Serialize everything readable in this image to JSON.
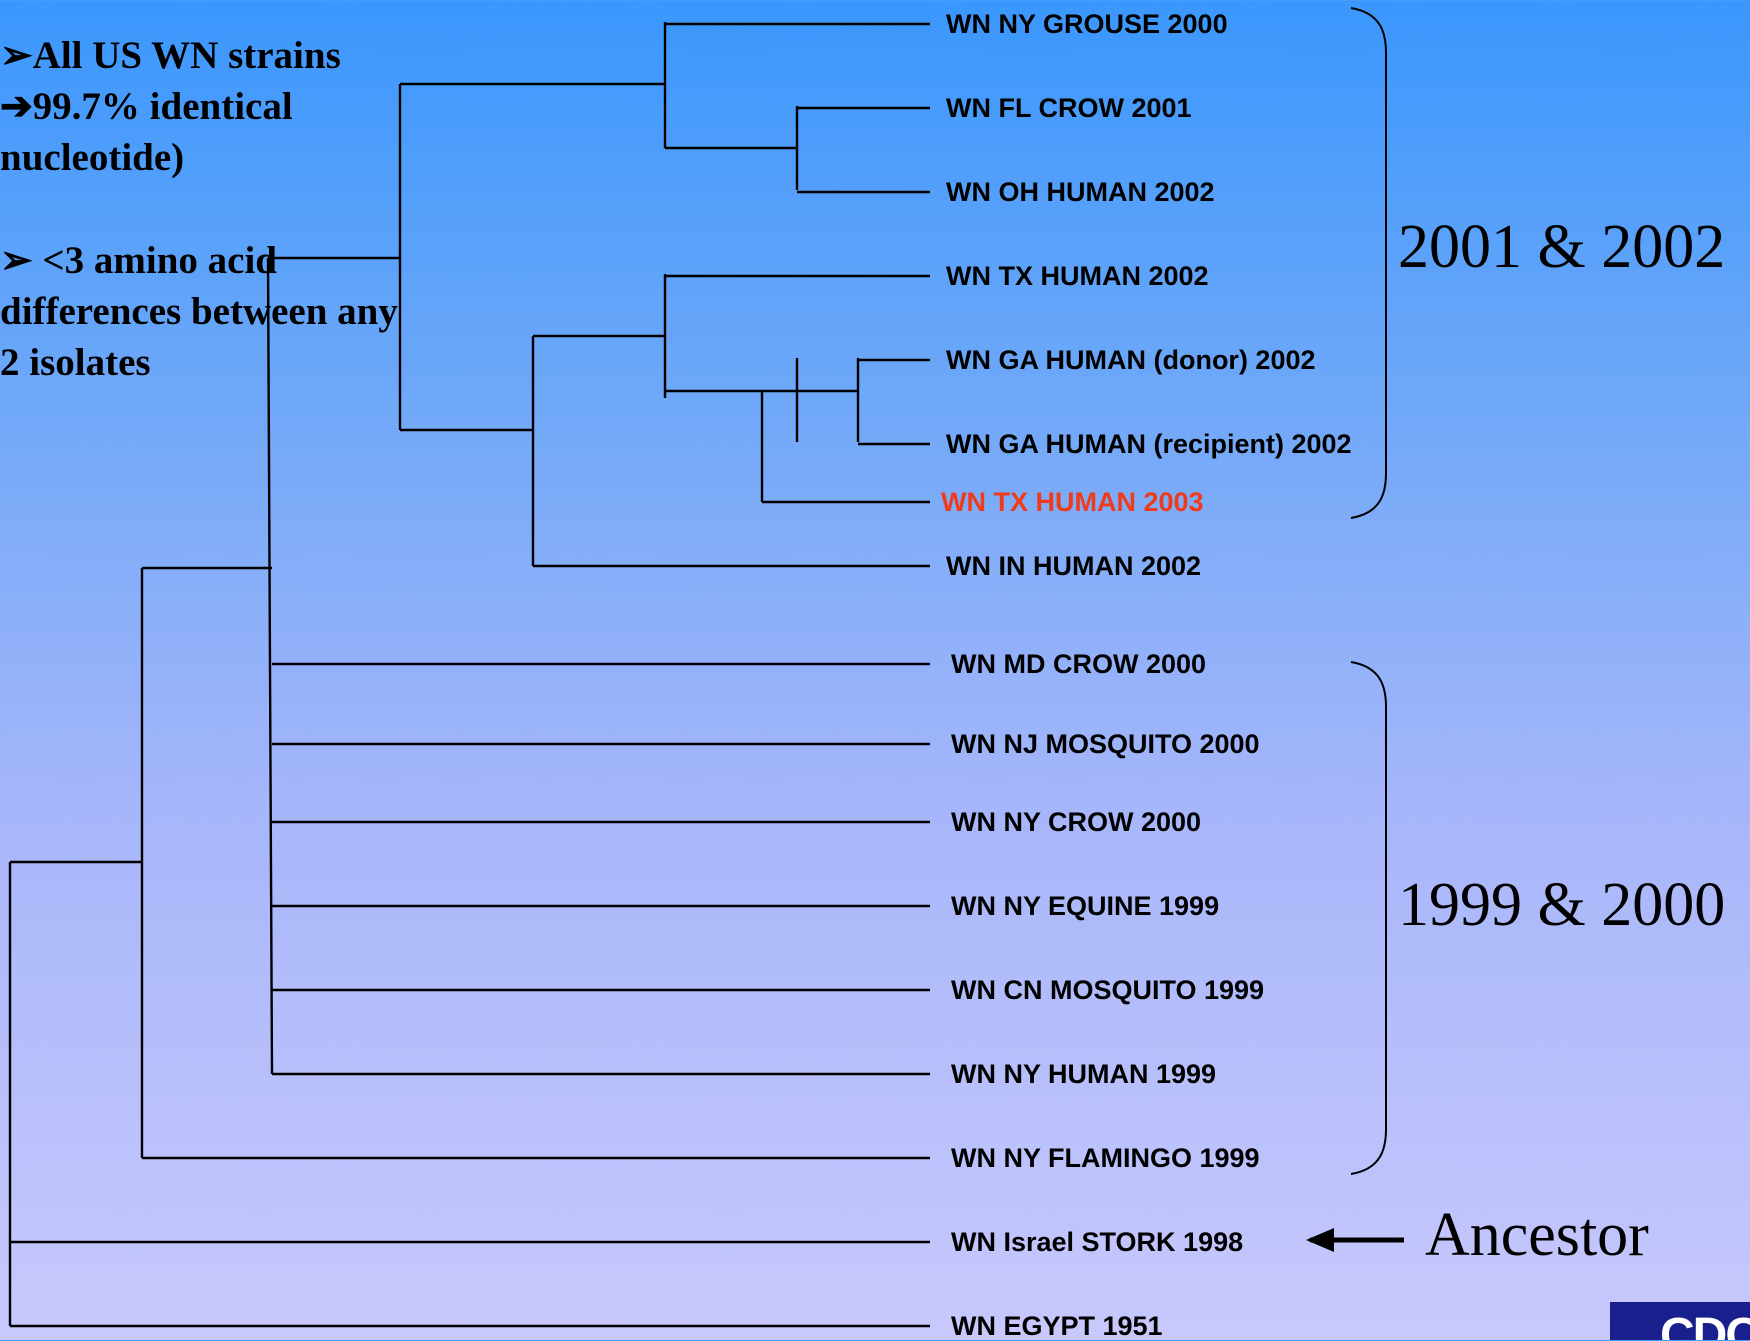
{
  "notes": [
    [
      "➢All US WN strains",
      "➔99.7% identical",
      "nucleotide)"
    ],
    [
      "➢ <3 amino acid",
      "differences between any",
      "2 isolates"
    ]
  ],
  "leaves": [
    {
      "label": "WN NY GROUSE 2000",
      "highlight": false
    },
    {
      "label": "WN FL CROW 2001",
      "highlight": false
    },
    {
      "label": "WN OH HUMAN 2002",
      "highlight": false
    },
    {
      "label": "WN TX HUMAN 2002",
      "highlight": false
    },
    {
      "label": "WN GA HUMAN (donor) 2002",
      "highlight": false
    },
    {
      "label": "WN GA HUMAN (recipient) 2002",
      "highlight": false
    },
    {
      "label": "WN TX HUMAN  2003",
      "highlight": true
    },
    {
      "label": "WN IN HUMAN 2002",
      "highlight": false
    },
    {
      "label": "WN MD CROW 2000",
      "highlight": false
    },
    {
      "label": "WN NJ MOSQUITO 2000",
      "highlight": false
    },
    {
      "label": "WN NY CROW 2000",
      "highlight": false
    },
    {
      "label": "WN NY EQUINE 1999",
      "highlight": false
    },
    {
      "label": "WN CN MOSQUITO 1999",
      "highlight": false
    },
    {
      "label": "WN NY HUMAN 1999",
      "highlight": false
    },
    {
      "label": "WN NY FLAMINGO 1999",
      "highlight": false
    },
    {
      "label": "WN Israel STORK 1998",
      "highlight": false
    },
    {
      "label": "WN EGYPT 1951",
      "highlight": false
    }
  ],
  "brackets": [
    {
      "label": "2001 & 2002",
      "first_leaf": 0,
      "last_leaf": 6
    },
    {
      "label": "1999 & 2000",
      "first_leaf": 8,
      "last_leaf": 14
    }
  ],
  "ancestor": {
    "label": "Ancestor",
    "leaf": 15
  },
  "colors": {
    "highlight": "#ef3b1a",
    "line": "#000000",
    "logo_bg": "#1a1f8e"
  },
  "logo": {
    "text": "CDC"
  }
}
